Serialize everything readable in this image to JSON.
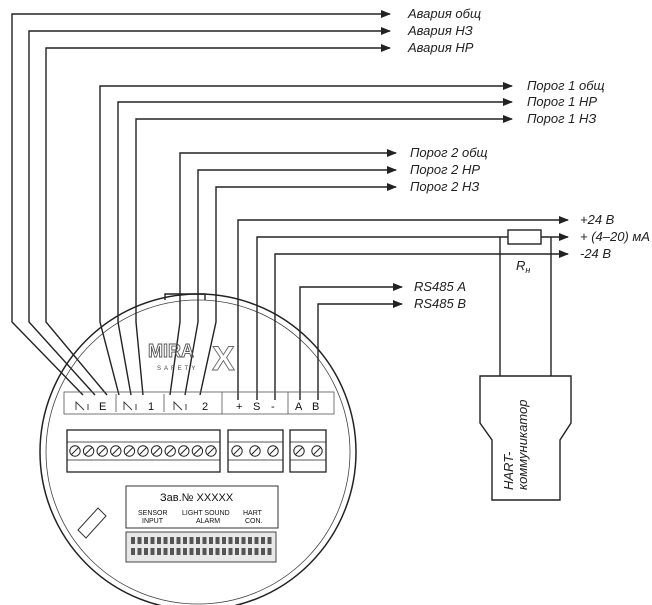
{
  "outputs": [
    {
      "id": "alarm-common",
      "label": "Авария общ"
    },
    {
      "id": "alarm-nc",
      "label": "Авария НЗ"
    },
    {
      "id": "alarm-no",
      "label": "Авария НР"
    },
    {
      "id": "thr1-common",
      "label": "Порог 1 общ"
    },
    {
      "id": "thr1-no",
      "label": "Порог 1 НР"
    },
    {
      "id": "thr1-nc",
      "label": "Порог 1 НЗ"
    },
    {
      "id": "thr2-common",
      "label": "Порог 2 общ"
    },
    {
      "id": "thr2-no",
      "label": "Порог 2 НР"
    },
    {
      "id": "thr2-nc",
      "label": "Порог 2 НЗ"
    },
    {
      "id": "pwr-plus",
      "label": "+24 В"
    },
    {
      "id": "current",
      "label": "+ (4–20) мА"
    },
    {
      "id": "pwr-minus",
      "label": "-24 В"
    },
    {
      "id": "rs485a",
      "label": "RS485 А"
    },
    {
      "id": "rs485b",
      "label": "RS485 В"
    }
  ],
  "resistor": {
    "label_main": "R",
    "label_sub": "н"
  },
  "hart": {
    "label": "HART-коммуникатор"
  },
  "brand": {
    "logo": "MIRA",
    "logo_sub": "SAFETY",
    "logo_mark": "X"
  },
  "terminals": {
    "group1_marks": [
      "E",
      "1",
      "2"
    ],
    "group2_marks": [
      "+",
      "S",
      "-"
    ],
    "group3_marks": [
      "A",
      "B"
    ]
  },
  "plate": {
    "serial": "Зав.№ XXXXX",
    "sensor": "SENSOR\nINPUT",
    "sensor_l1": "SENSOR",
    "sensor_l2": "INPUT",
    "light": "LIGHT SOUND",
    "alarm": "ALARM",
    "hart_l1": "HART",
    "hart_l2": "CON."
  }
}
